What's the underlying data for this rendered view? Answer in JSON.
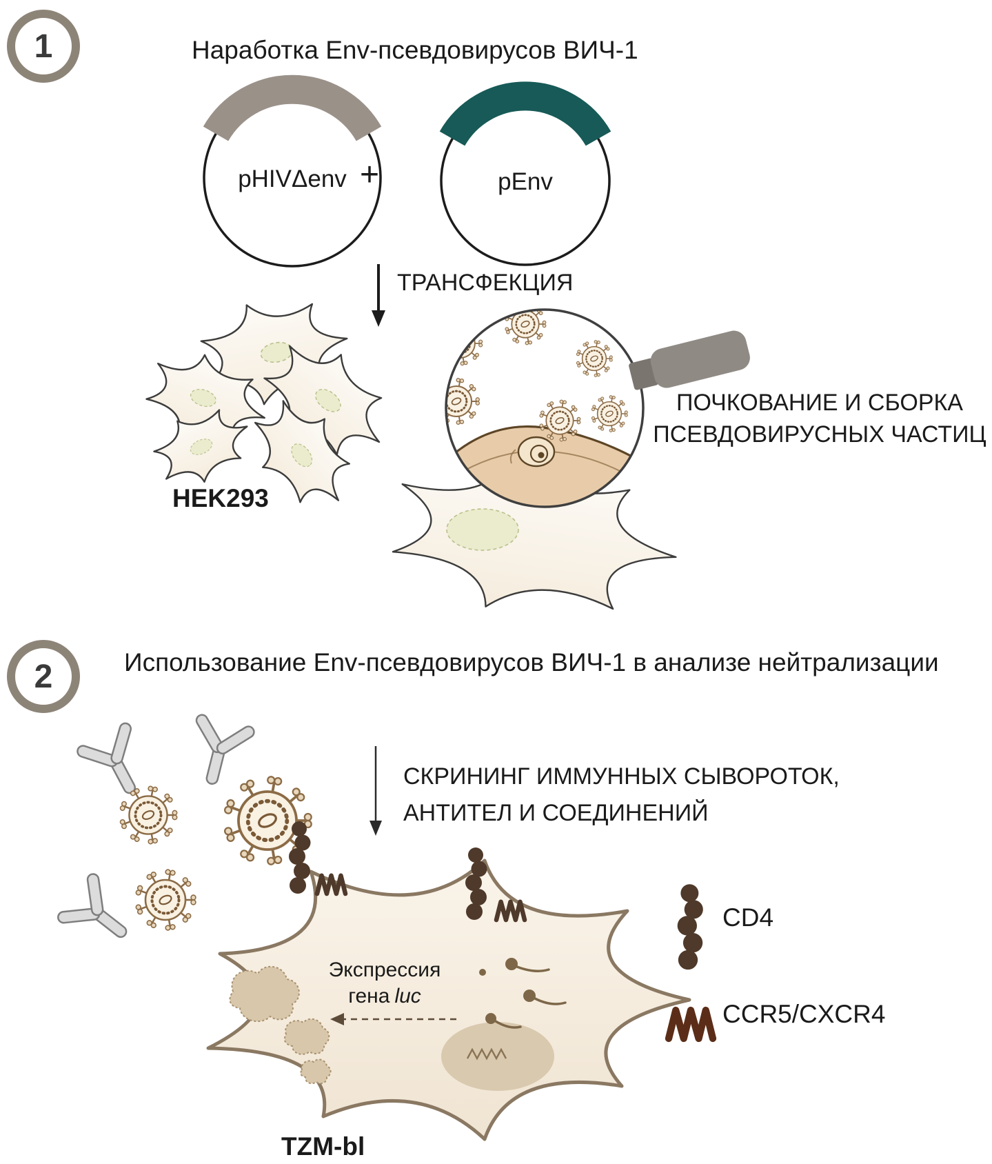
{
  "step1": {
    "number": "1",
    "title": "Наработка Env-псевдовирусов ВИЧ-1",
    "plasmids": {
      "backbone_label": "pHIVΔenv",
      "plus": "+",
      "env_label": "pEnv"
    },
    "transfection_label": "ТРАНСФЕКЦИЯ",
    "cells_label": "HEK293",
    "budding_caption_line1": "ПОЧКОВАНИЕ И СБОРКА",
    "budding_caption_line2": "ПСЕВДОВИРУСНЫХ ЧАСТИЦ"
  },
  "step2": {
    "number": "2",
    "title": "Использование Env-псевдовирусов ВИЧ-1 в анализе нейтрализации",
    "screening_caption_line1": "СКРИНИНГ ИММУННЫХ СЫВОРОТОК,",
    "screening_caption_line2": "АНТИТЕЛ И СОЕДИНЕНИЙ",
    "expression_caption_line1": "Экспрессия",
    "expression_caption_word": "гена",
    "expression_caption_gene": "luc",
    "cells_label": "TZM-bl",
    "legend": {
      "cd4": "CD4",
      "coreceptor": "CCR5/CXCR4"
    }
  },
  "icons": {
    "cd4_receptor": "bead-chain",
    "coreceptor": "zigzag",
    "antibody": "y-shape",
    "pseudovirus": "spiked-circle",
    "magnifier": "magnifying-glass"
  },
  "colors": {
    "stepCircle": "#8d8478",
    "plasmidGray": "#9a9189",
    "plasmidTeal": "#175a57",
    "cellOutline": "#3c3c3c",
    "nucleusFill": "#eaeccd",
    "virusBrown": "#8b6b46",
    "antibodyGray": "#dcdcdc",
    "receptorBrown": "#4e392a",
    "coreceptorBrown": "#5b2d18",
    "tzmOutline": "#8a7862",
    "textColor": "#1a1a1a"
  }
}
